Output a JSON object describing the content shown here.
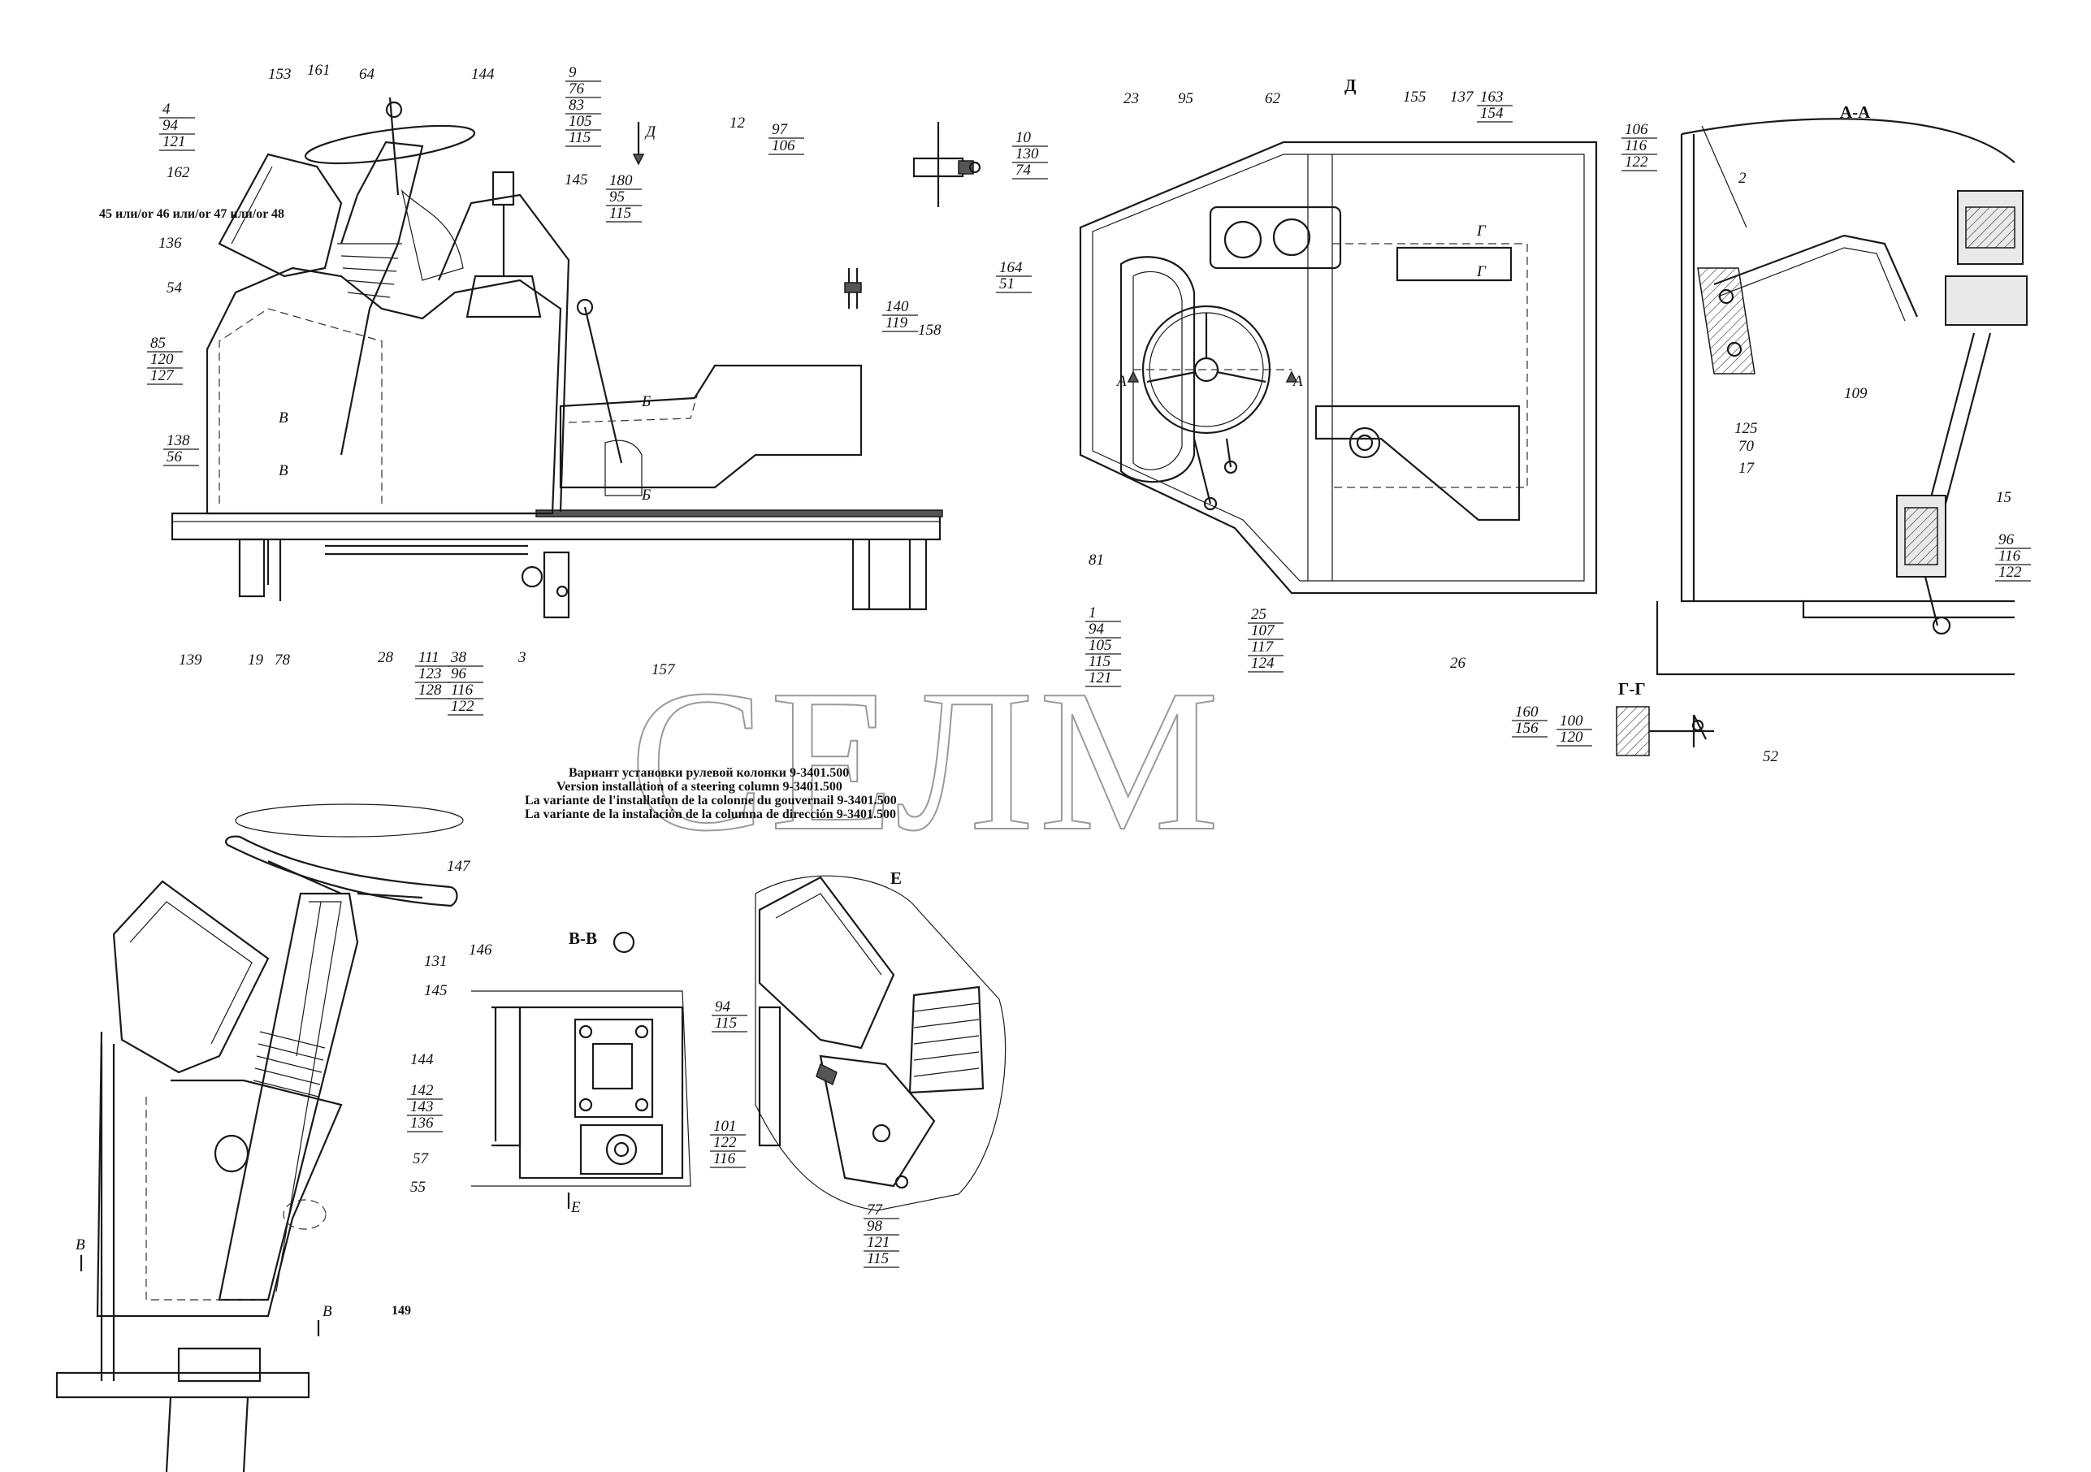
{
  "drawing": {
    "caption_lines": [
      "Вариант установки рулевой колонки 9-3401.500",
      "Version installation of a steering column 9-3401.500",
      "La variante de l'installation de la colonne du gouvernail 9-3401.500",
      "La variante de la instalación de la columna de dirección 9-3401.500"
    ],
    "watermark": "СЕЛМ",
    "alt_note": "45 или/or 46 или/or 47 или/or 48"
  },
  "views": {
    "d": "Д",
    "aa": "А-А",
    "gg": "Г-Г",
    "vv": "В-В",
    "e": "Е"
  },
  "section_marks": {
    "A": "А",
    "B": "Б",
    "V": "В",
    "G": "Г",
    "D": "Д",
    "E": "Е"
  },
  "callouts": {
    "c4": [
      "4",
      "94",
      "121"
    ],
    "c9": [
      "9",
      "76",
      "83",
      "105",
      "115"
    ],
    "c180": [
      "180",
      "95",
      "115"
    ],
    "c97": [
      "97",
      "106"
    ],
    "c10": [
      "10",
      "130",
      "74"
    ],
    "c140": [
      "140",
      "119"
    ],
    "c164": [
      "164",
      "51"
    ],
    "c85": [
      "85",
      "120",
      "127"
    ],
    "c138": [
      "138",
      "56"
    ],
    "c111": [
      "111",
      "123",
      "128"
    ],
    "c38": [
      "38",
      "96",
      "116",
      "122"
    ],
    "c163": [
      "163",
      "154"
    ],
    "c1": [
      "1",
      "94",
      "105",
      "115",
      "121"
    ],
    "c25": [
      "25",
      "107",
      "117",
      "124"
    ],
    "c160": [
      "160",
      "156"
    ],
    "c106": [
      "106",
      "116",
      "122"
    ],
    "c96": [
      "96",
      "116",
      "122"
    ],
    "c100": [
      "100",
      "120"
    ],
    "c142": [
      "142",
      "143",
      "136"
    ],
    "c94": [
      "94",
      "115"
    ],
    "c101": [
      "101",
      "122",
      "116"
    ],
    "c77": [
      "77",
      "98",
      "121",
      "115"
    ]
  },
  "single_labels": {
    "l153": "153",
    "l161": "161",
    "l64": "64",
    "l144": "144",
    "l162": "162",
    "l136": "136",
    "l54": "54",
    "l145": "145",
    "l12": "12",
    "l158": "158",
    "l139": "139",
    "l19": "19",
    "l78": "78",
    "l28": "28",
    "l3": "3",
    "l157": "157",
    "l23": "23",
    "l95": "95",
    "l62": "62",
    "l155": "155",
    "l137": "137",
    "l81": "81",
    "l26": "26",
    "l2": "2",
    "l109": "109",
    "l125": "125",
    "l70": "70",
    "l17": "17",
    "l15": "15",
    "l52": "52",
    "l147": "147",
    "l146": "146",
    "l131": "131",
    "l145b": "145",
    "l144b": "144",
    "l57": "57",
    "l55": "55",
    "l149": "149"
  },
  "colors": {
    "line": "#1a1a1a",
    "watermark": "#9a9a9a",
    "background": "#ffffff"
  }
}
